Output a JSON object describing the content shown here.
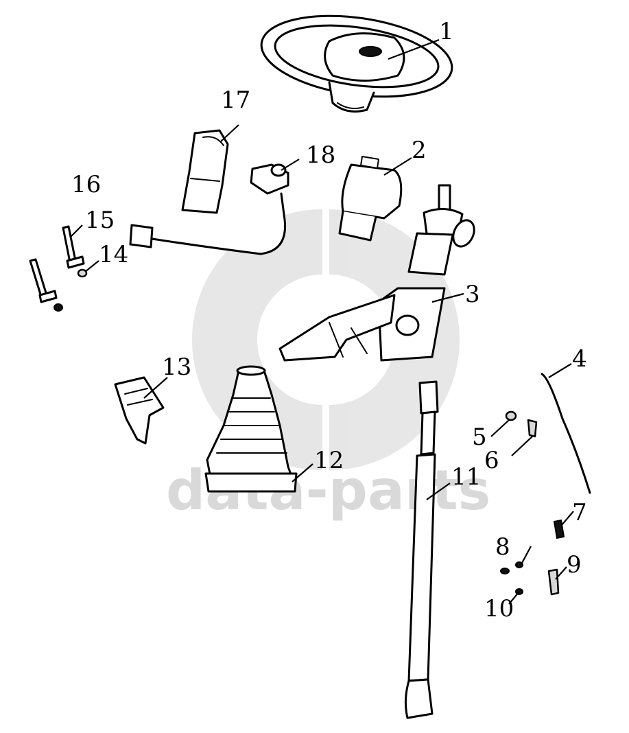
{
  "watermark": {
    "text": "data-parts",
    "color": "#d9d9d9"
  },
  "callouts": [
    "1",
    "2",
    "3",
    "4",
    "5",
    "6",
    "7",
    "8",
    "9",
    "10",
    "11",
    "12",
    "13",
    "14",
    "15",
    "16",
    "17",
    "18"
  ],
  "colors": {
    "line": "#000000",
    "background": "#ffffff"
  }
}
